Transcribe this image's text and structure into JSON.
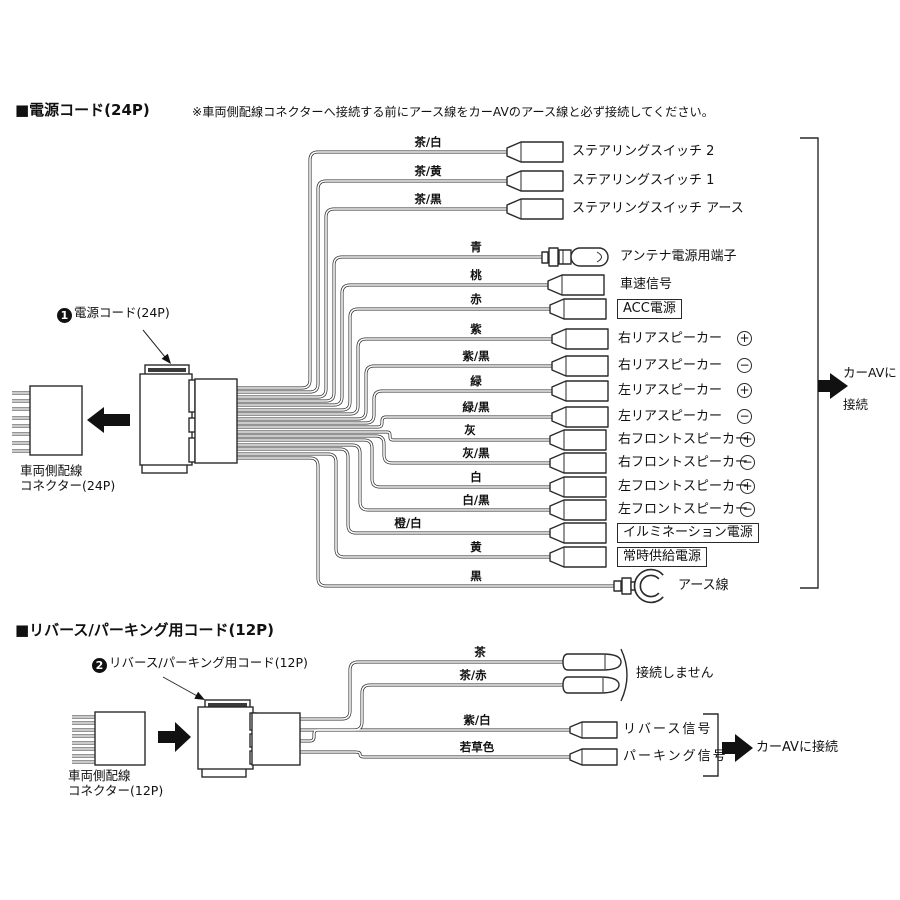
{
  "section_power": {
    "title": "■電源コード(24P)",
    "note": "※車両側配線コネクターへ接続する前にアース線をカーAVのアース線と必ず接続してください。",
    "callout_num": "1",
    "callout_label": "電源コード(24P)",
    "vehicle_connector_line1": "車両側配線",
    "vehicle_connector_line2": "コネクター(24P)",
    "connect_line1": "カーAVに",
    "connect_line2": "接続",
    "wires": [
      {
        "color": "茶/白",
        "dest": "ステアリングスイッチ 2"
      },
      {
        "color": "茶/黄",
        "dest": "ステアリングスイッチ 1"
      },
      {
        "color": "茶/黒",
        "dest": "ステアリングスイッチ アース"
      },
      {
        "color": "青",
        "dest": "アンテナ電源用端子"
      },
      {
        "color": "桃",
        "dest": "車速信号"
      },
      {
        "color": "赤",
        "dest": "ACC電源"
      },
      {
        "color": "紫",
        "dest": "右リアスピーカー",
        "polarity": "+"
      },
      {
        "color": "紫/黒",
        "dest": "右リアスピーカー",
        "polarity": "−"
      },
      {
        "color": "緑",
        "dest": "左リアスピーカー",
        "polarity": "+"
      },
      {
        "color": "緑/黒",
        "dest": "左リアスピーカー",
        "polarity": "−"
      },
      {
        "color": "灰",
        "dest": "右フロントスピーカー",
        "polarity": "+"
      },
      {
        "color": "灰/黒",
        "dest": "右フロントスピーカー",
        "polarity": "−"
      },
      {
        "color": "白",
        "dest": "左フロントスピーカー",
        "polarity": "+"
      },
      {
        "color": "白/黒",
        "dest": "左フロントスピーカー",
        "polarity": "−"
      },
      {
        "color": "橙/白",
        "dest": "イルミネーション電源"
      },
      {
        "color": "黄",
        "dest": "常時供給電源"
      },
      {
        "color": "黒",
        "dest": "アース線"
      }
    ]
  },
  "section_reverse": {
    "title": "■リバース/パーキング用コード(12P)",
    "callout_num": "2",
    "callout_label": "リバース/パーキング用コード(12P)",
    "vehicle_connector_line1": "車両側配線",
    "vehicle_connector_line2": "コネクター(12P)",
    "no_connect_label": "接続しません",
    "connect_label": "カーAVに接続",
    "wires": [
      {
        "color": "茶",
        "dest": ""
      },
      {
        "color": "茶/赤",
        "dest": ""
      },
      {
        "color": "紫/白",
        "dest": "リバース信号"
      },
      {
        "color": "若草色",
        "dest": "パーキング信号"
      }
    ]
  }
}
